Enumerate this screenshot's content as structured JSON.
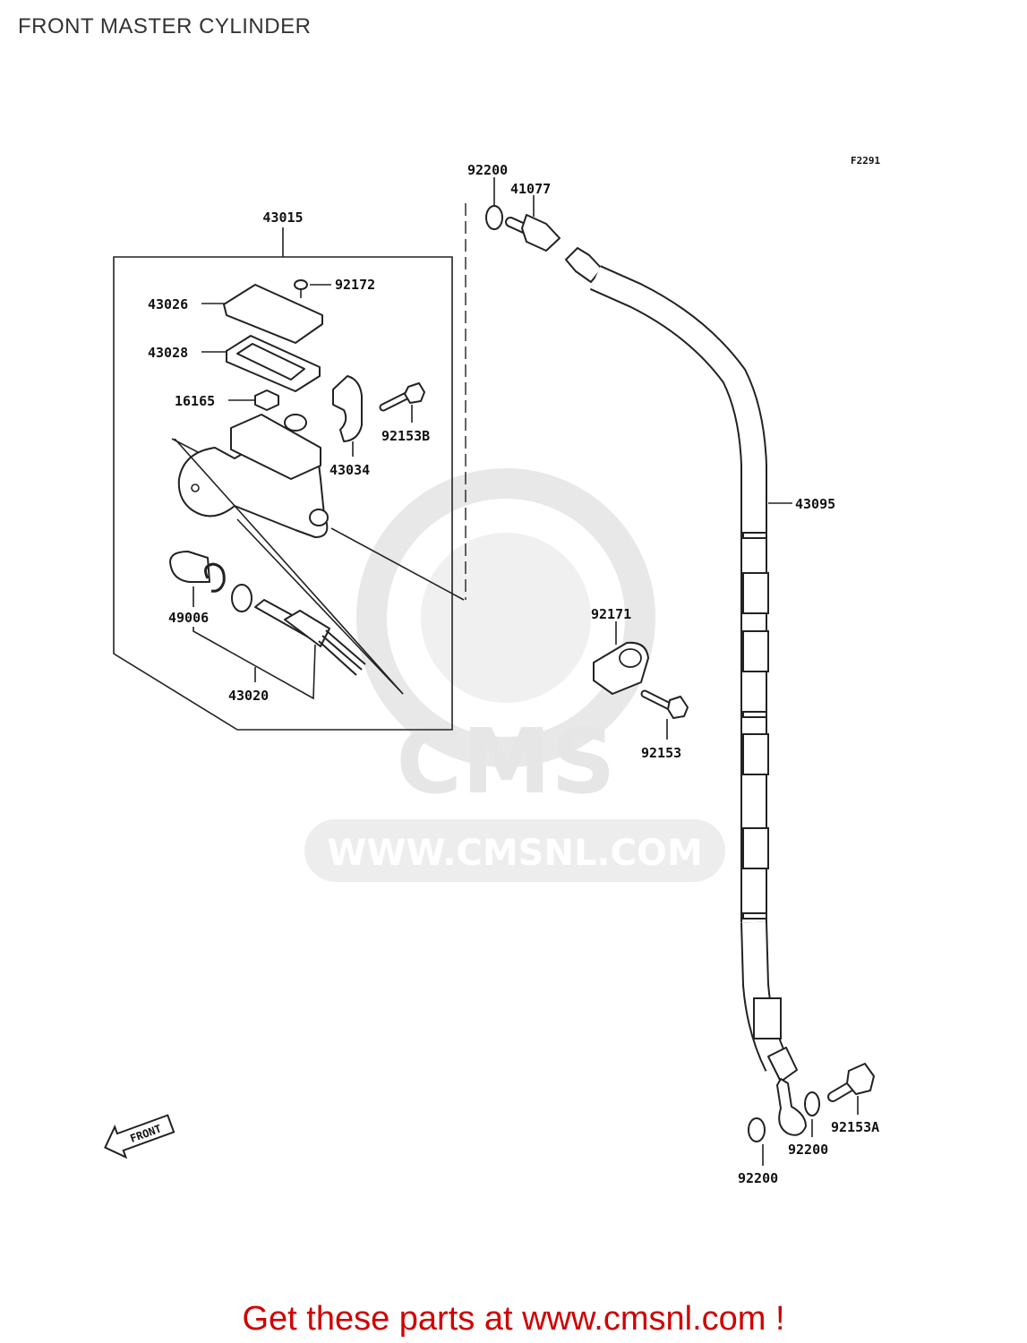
{
  "title": "FRONT MASTER CYLINDER",
  "diagram_code": "F2291",
  "parts": {
    "p43015": "43015",
    "p43026": "43026",
    "p43028": "43028",
    "p16165": "16165",
    "p92172": "92172",
    "p92153B": "92153B",
    "p43034": "43034",
    "p49006": "49006",
    "p43020": "43020",
    "p92200_top": "92200",
    "p41077": "41077",
    "p43095": "43095",
    "p92171": "92171",
    "p92153": "92153",
    "p92153A": "92153A",
    "p92200_mid": "92200",
    "p92200_bottom": "92200"
  },
  "front_label": "FRONT",
  "watermark": {
    "logo": "CMS",
    "url": "WWW.CMSNL.COM"
  },
  "footer": "Get these parts at www.cmsnl.com !",
  "colors": {
    "footer": "#d00000",
    "line": "#222222",
    "watermark": "#e6e6e6"
  }
}
